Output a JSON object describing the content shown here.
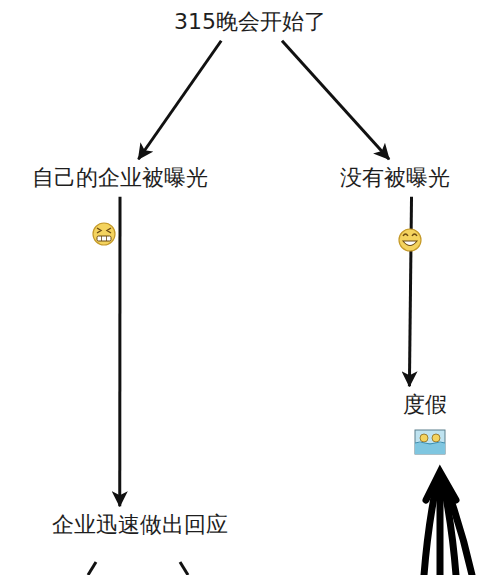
{
  "diagram": {
    "nodes": [
      {
        "text": [
          "315晚会开始了"
        ]
      },
      {
        "text": [
          "自己的企业被曝光"
        ]
      },
      {
        "text": [
          "没有被曝光"
        ]
      },
      {
        "text": [
          "度假"
        ]
      },
      {
        "text": [
          "企业迅速做出回应"
        ]
      }
    ],
    "edges": [
      {
        "from": 0,
        "to": 1,
        "arrow": "to"
      },
      {
        "from": 0,
        "to": 2,
        "arrow": "to"
      },
      {
        "from": 1,
        "to": 4,
        "arrow": "to"
      },
      {
        "from": 2,
        "to": 3,
        "arrow": "to"
      }
    ]
  }
}
